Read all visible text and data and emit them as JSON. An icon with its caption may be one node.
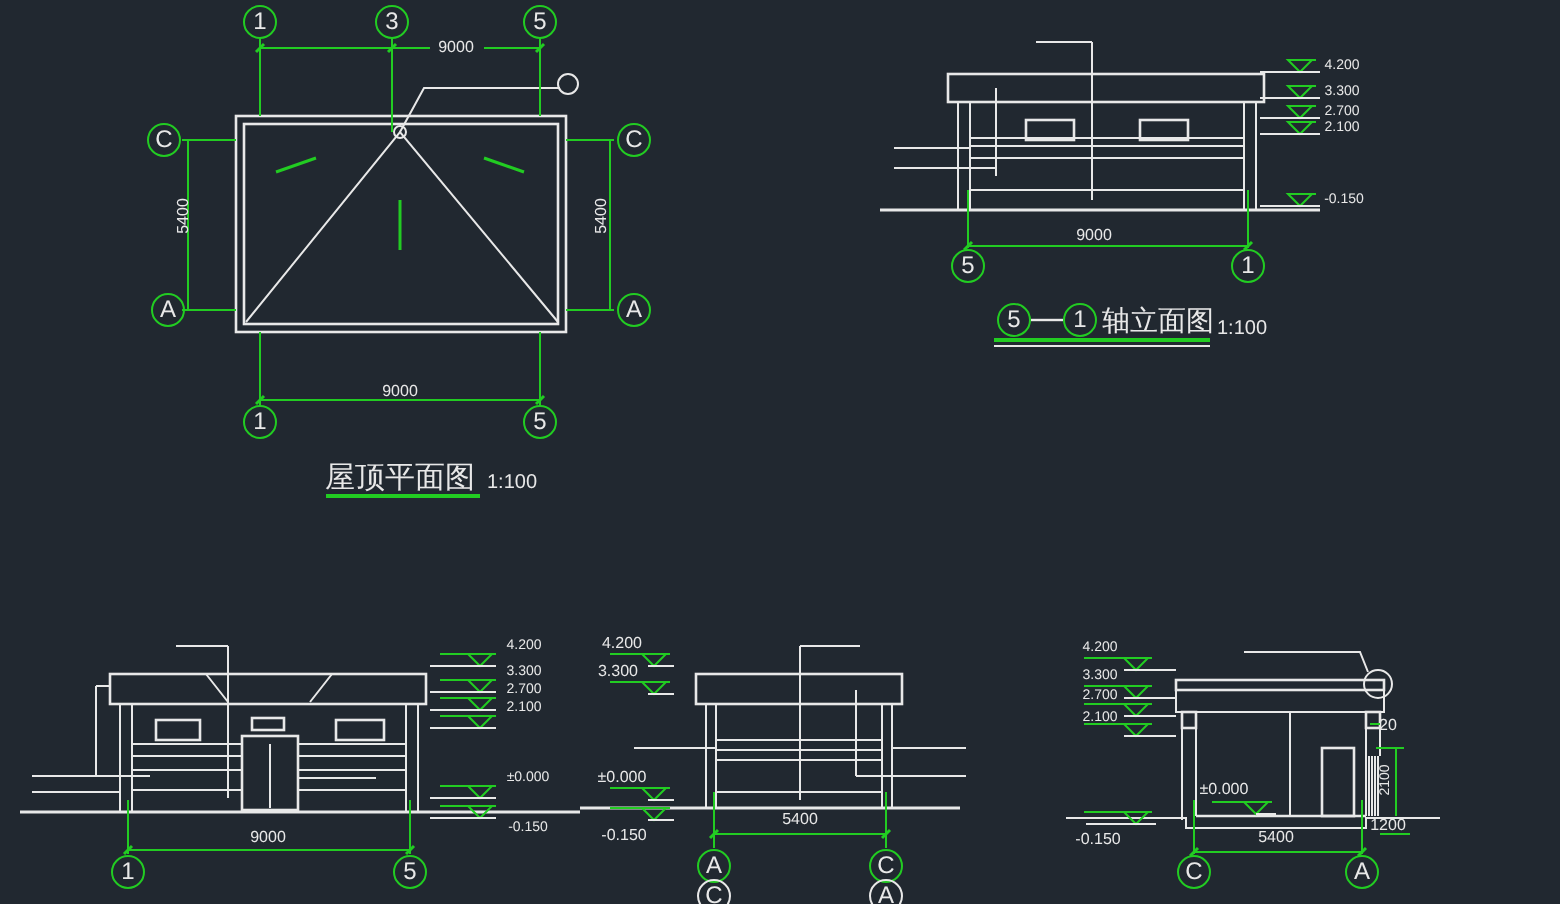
{
  "diagram": {
    "nodes": [
      {
        "text": [
          "1"
        ]
      },
      {
        "text": [
          "3"
        ]
      },
      {
        "text": [
          "5"
        ]
      },
      {
        "text": [
          "C"
        ]
      },
      {
        "text": [
          "C"
        ]
      },
      {
        "text": [
          "A"
        ]
      },
      {
        "text": [
          "A"
        ]
      },
      {
        "text": [
          "1"
        ]
      },
      {
        "text": [
          "5"
        ]
      },
      {
        "text": [
          "5"
        ]
      },
      {
        "text": [
          "1"
        ]
      },
      {
        "text": [
          "5"
        ]
      },
      {
        "text": [
          "1"
        ]
      },
      {
        "text": [
          "1"
        ]
      },
      {
        "text": [
          "5"
        ]
      },
      {
        "text": [
          "A"
        ]
      },
      {
        "text": [
          "C"
        ]
      },
      {
        "text": [
          "C"
        ]
      },
      {
        "text": [
          "A"
        ]
      },
      {
        "text": [
          "C"
        ]
      },
      {
        "text": [
          "A"
        ]
      }
    ],
    "edges": [
      {
        "from": 11,
        "to": 12,
        "arrow": "none"
      }
    ],
    "labels": [
      "9000",
      "5400",
      "5400",
      "9000",
      "屋顶平面图",
      "1:100",
      "4.200",
      "3.300",
      "2.700",
      "2.100",
      "-0.150",
      "9000",
      "轴立面图",
      "1:100",
      "4.200",
      "3.300",
      "2.700",
      "2.100",
      "±0.000",
      "-0.150",
      "9000",
      "4.200",
      "3.300",
      "±0.000",
      "-0.150",
      "5400",
      "4.200",
      "3.300",
      "2.700",
      "2.100",
      "±0.000",
      "-0.150",
      "20",
      "2100",
      "1200",
      "5400"
    ]
  }
}
